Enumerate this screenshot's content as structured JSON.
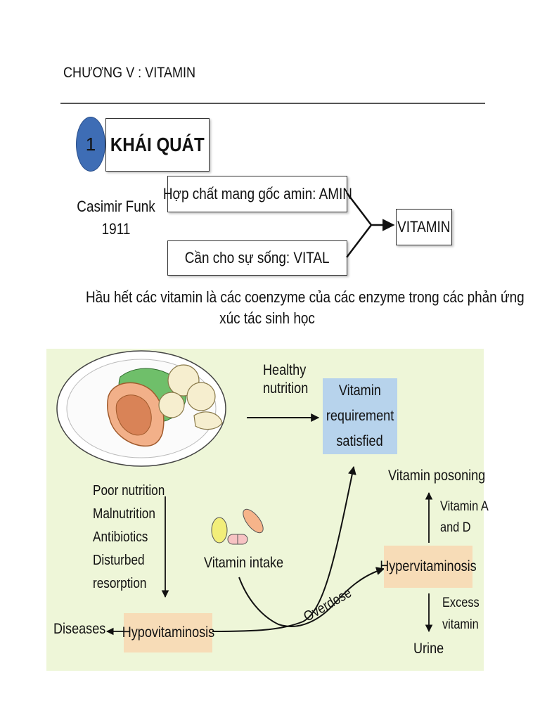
{
  "header": {
    "chapter_title": "CHƯƠNG V : VITAMIN"
  },
  "section": {
    "number": "1",
    "label": "KHÁI QUÁT"
  },
  "origin": {
    "author": "Casimir Funk",
    "year": "1911",
    "amin_label": "Hợp chất mang gốc amin: AMIN",
    "vital_label": "Cần cho sự sống: VITAL",
    "result_label": "VITAMIN"
  },
  "description": {
    "line1": "Hầu hết các vitamin là các coenzyme của các enzyme trong các phản ứng",
    "line2": "xúc tác sinh học"
  },
  "diagram": {
    "background_color": "#eef6d8",
    "healthy_line1": "Healthy",
    "healthy_line2": "nutrition",
    "requirement_line1": "Vitamin",
    "requirement_line2": "requirement",
    "requirement_line3": "satisfied",
    "poisoning": "Vitamin posoning",
    "vit_ad_line1": "Vitamin A",
    "vit_ad_line2": "and D",
    "causes": [
      "Poor nutrition",
      "Malnutrition",
      "Antibiotics",
      "Disturbed",
      "resorption"
    ],
    "intake": "Vitamin intake",
    "hyper": "Hypervitaminosis",
    "excess_line1": "Excess",
    "excess_line2": "vitamin",
    "urine": "Urine",
    "overdose": "Overdose",
    "diseases": "Diseases",
    "hypo": "Hypovitaminosis"
  }
}
